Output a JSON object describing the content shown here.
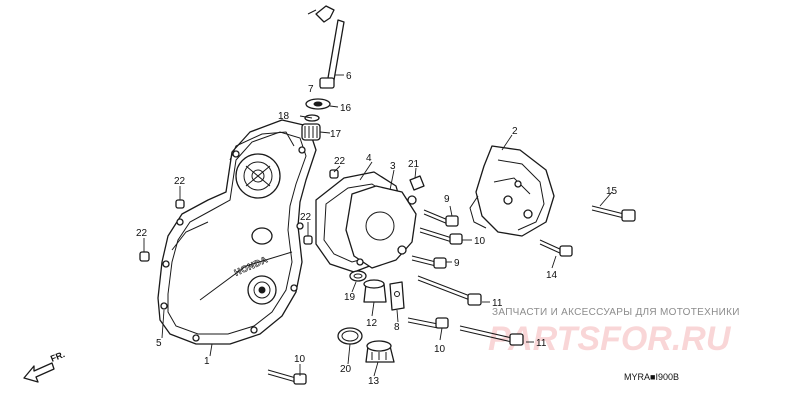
{
  "diagram": {
    "engine_cover_logo": "HONDA",
    "front_label": "FR.",
    "diagram_code": "MYRA■I900B",
    "callouts": {
      "c1": "1",
      "c2": "2",
      "c3": "3",
      "c4": "4",
      "c5": "5",
      "c6": "6",
      "c7": "7",
      "c8": "8",
      "c9a": "9",
      "c9b": "9",
      "c10a": "10",
      "c10b": "10",
      "c10c": "10",
      "c11a": "11",
      "c11b": "11",
      "c12": "12",
      "c13": "13",
      "c14": "14",
      "c15": "15",
      "c16": "16",
      "c17": "17",
      "c18": "18",
      "c19": "19",
      "c20": "20",
      "c21": "21",
      "c22a": "22",
      "c22b": "22",
      "c22c": "22",
      "c22d": "22"
    }
  },
  "watermark": {
    "tagline": "ЗАПЧАСТИ И АКСЕССУАРЫ ДЛЯ МОТОТЕХНИКИ",
    "brand": "PARTSFOR.RU"
  }
}
